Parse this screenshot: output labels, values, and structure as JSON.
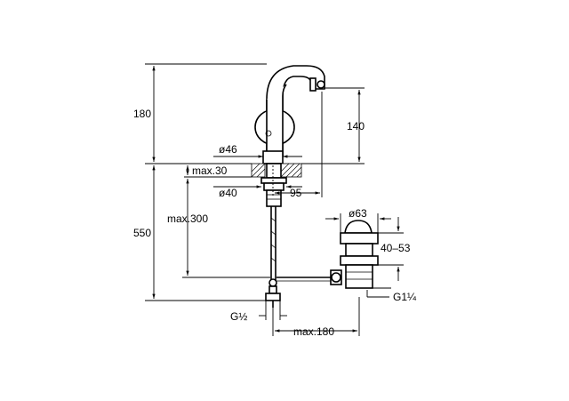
{
  "dimensions": {
    "height_180": "180",
    "height_550": "550",
    "height_140": "140",
    "diameter_46": "ø46",
    "max_30": "max.30",
    "diameter_40": "ø40",
    "projection_95": "95",
    "max_300": "max.300",
    "diameter_63": "ø63",
    "range_40_53": "40–53",
    "thread_g1_4": "G1¼",
    "thread_g1_2": "G½",
    "max_180": "max.180"
  }
}
